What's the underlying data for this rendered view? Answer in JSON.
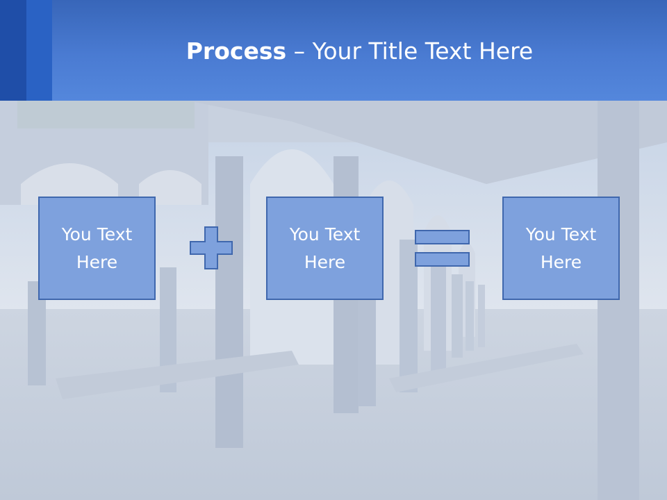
{
  "slide": {
    "title_bold": "Process",
    "title_rest": " – Your Title Text Here"
  },
  "process": {
    "boxes": [
      {
        "line1": "You Text",
        "line2": "Here"
      },
      {
        "line1": "You Text",
        "line2": "Here"
      },
      {
        "line1": "You Text",
        "line2": "Here"
      }
    ],
    "operators": [
      "plus-icon",
      "equals-icon"
    ]
  },
  "colors": {
    "header": "#4a7bd2",
    "header_bar_dark": "#1f4ea8",
    "box_fill": "#7ea1dd",
    "box_border": "#3f67ad",
    "photo_tint": "#c9d3e2"
  }
}
